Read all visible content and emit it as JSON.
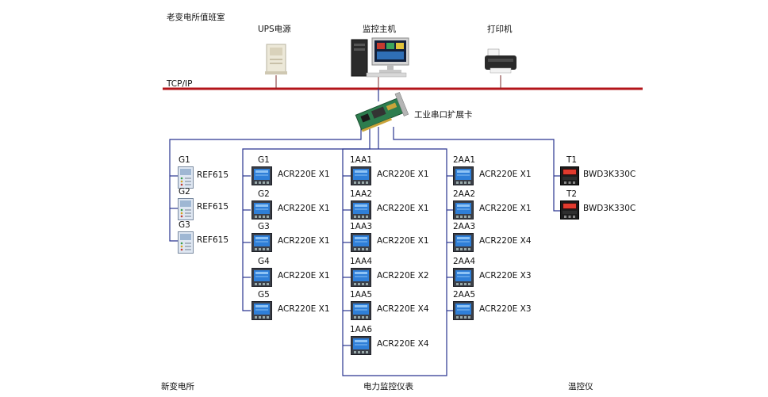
{
  "room_title": "老变电所值班室",
  "network_label": "TCP/IP",
  "top_devices": {
    "ups": "UPS电源",
    "host": "监控主机",
    "printer": "打印机"
  },
  "serial_card": "工业串口扩展卡",
  "colors": {
    "bus_line": "#b3141a",
    "link_line": "#2a3590",
    "meter_screen": "#2f7fd8",
    "relay_body": "#dfe7f2"
  },
  "relays": [
    {
      "tag": "G1",
      "model": "REF615"
    },
    {
      "tag": "G2",
      "model": "REF615"
    },
    {
      "tag": "G3",
      "model": "REF615"
    }
  ],
  "meters_g": [
    {
      "tag": "G1",
      "model": "ACR220E X1"
    },
    {
      "tag": "G2",
      "model": "ACR220E X1"
    },
    {
      "tag": "G3",
      "model": "ACR220E X1"
    },
    {
      "tag": "G4",
      "model": "ACR220E X1"
    },
    {
      "tag": "G5",
      "model": "ACR220E X1"
    }
  ],
  "meters_1aa": [
    {
      "tag": "1AA1",
      "model": "ACR220E X1"
    },
    {
      "tag": "1AA2",
      "model": "ACR220E X1"
    },
    {
      "tag": "1AA3",
      "model": "ACR220E X1"
    },
    {
      "tag": "1AA4",
      "model": "ACR220E X2"
    },
    {
      "tag": "1AA5",
      "model": "ACR220E X4"
    },
    {
      "tag": "1AA6",
      "model": "ACR220E X4"
    }
  ],
  "meters_2aa": [
    {
      "tag": "2AA1",
      "model": "ACR220E X1"
    },
    {
      "tag": "2AA2",
      "model": "ACR220E X1"
    },
    {
      "tag": "2AA3",
      "model": "ACR220E X4"
    },
    {
      "tag": "2AA4",
      "model": "ACR220E X3"
    },
    {
      "tag": "2AA5",
      "model": "ACR220E X3"
    }
  ],
  "temp_controllers": [
    {
      "tag": "T1",
      "model": "BWD3K330C"
    },
    {
      "tag": "T2",
      "model": "BWD3K330C"
    }
  ],
  "bottom_captions": {
    "substation": "新变电所",
    "meters": "电力监控仪表",
    "temp": "温控仪"
  }
}
